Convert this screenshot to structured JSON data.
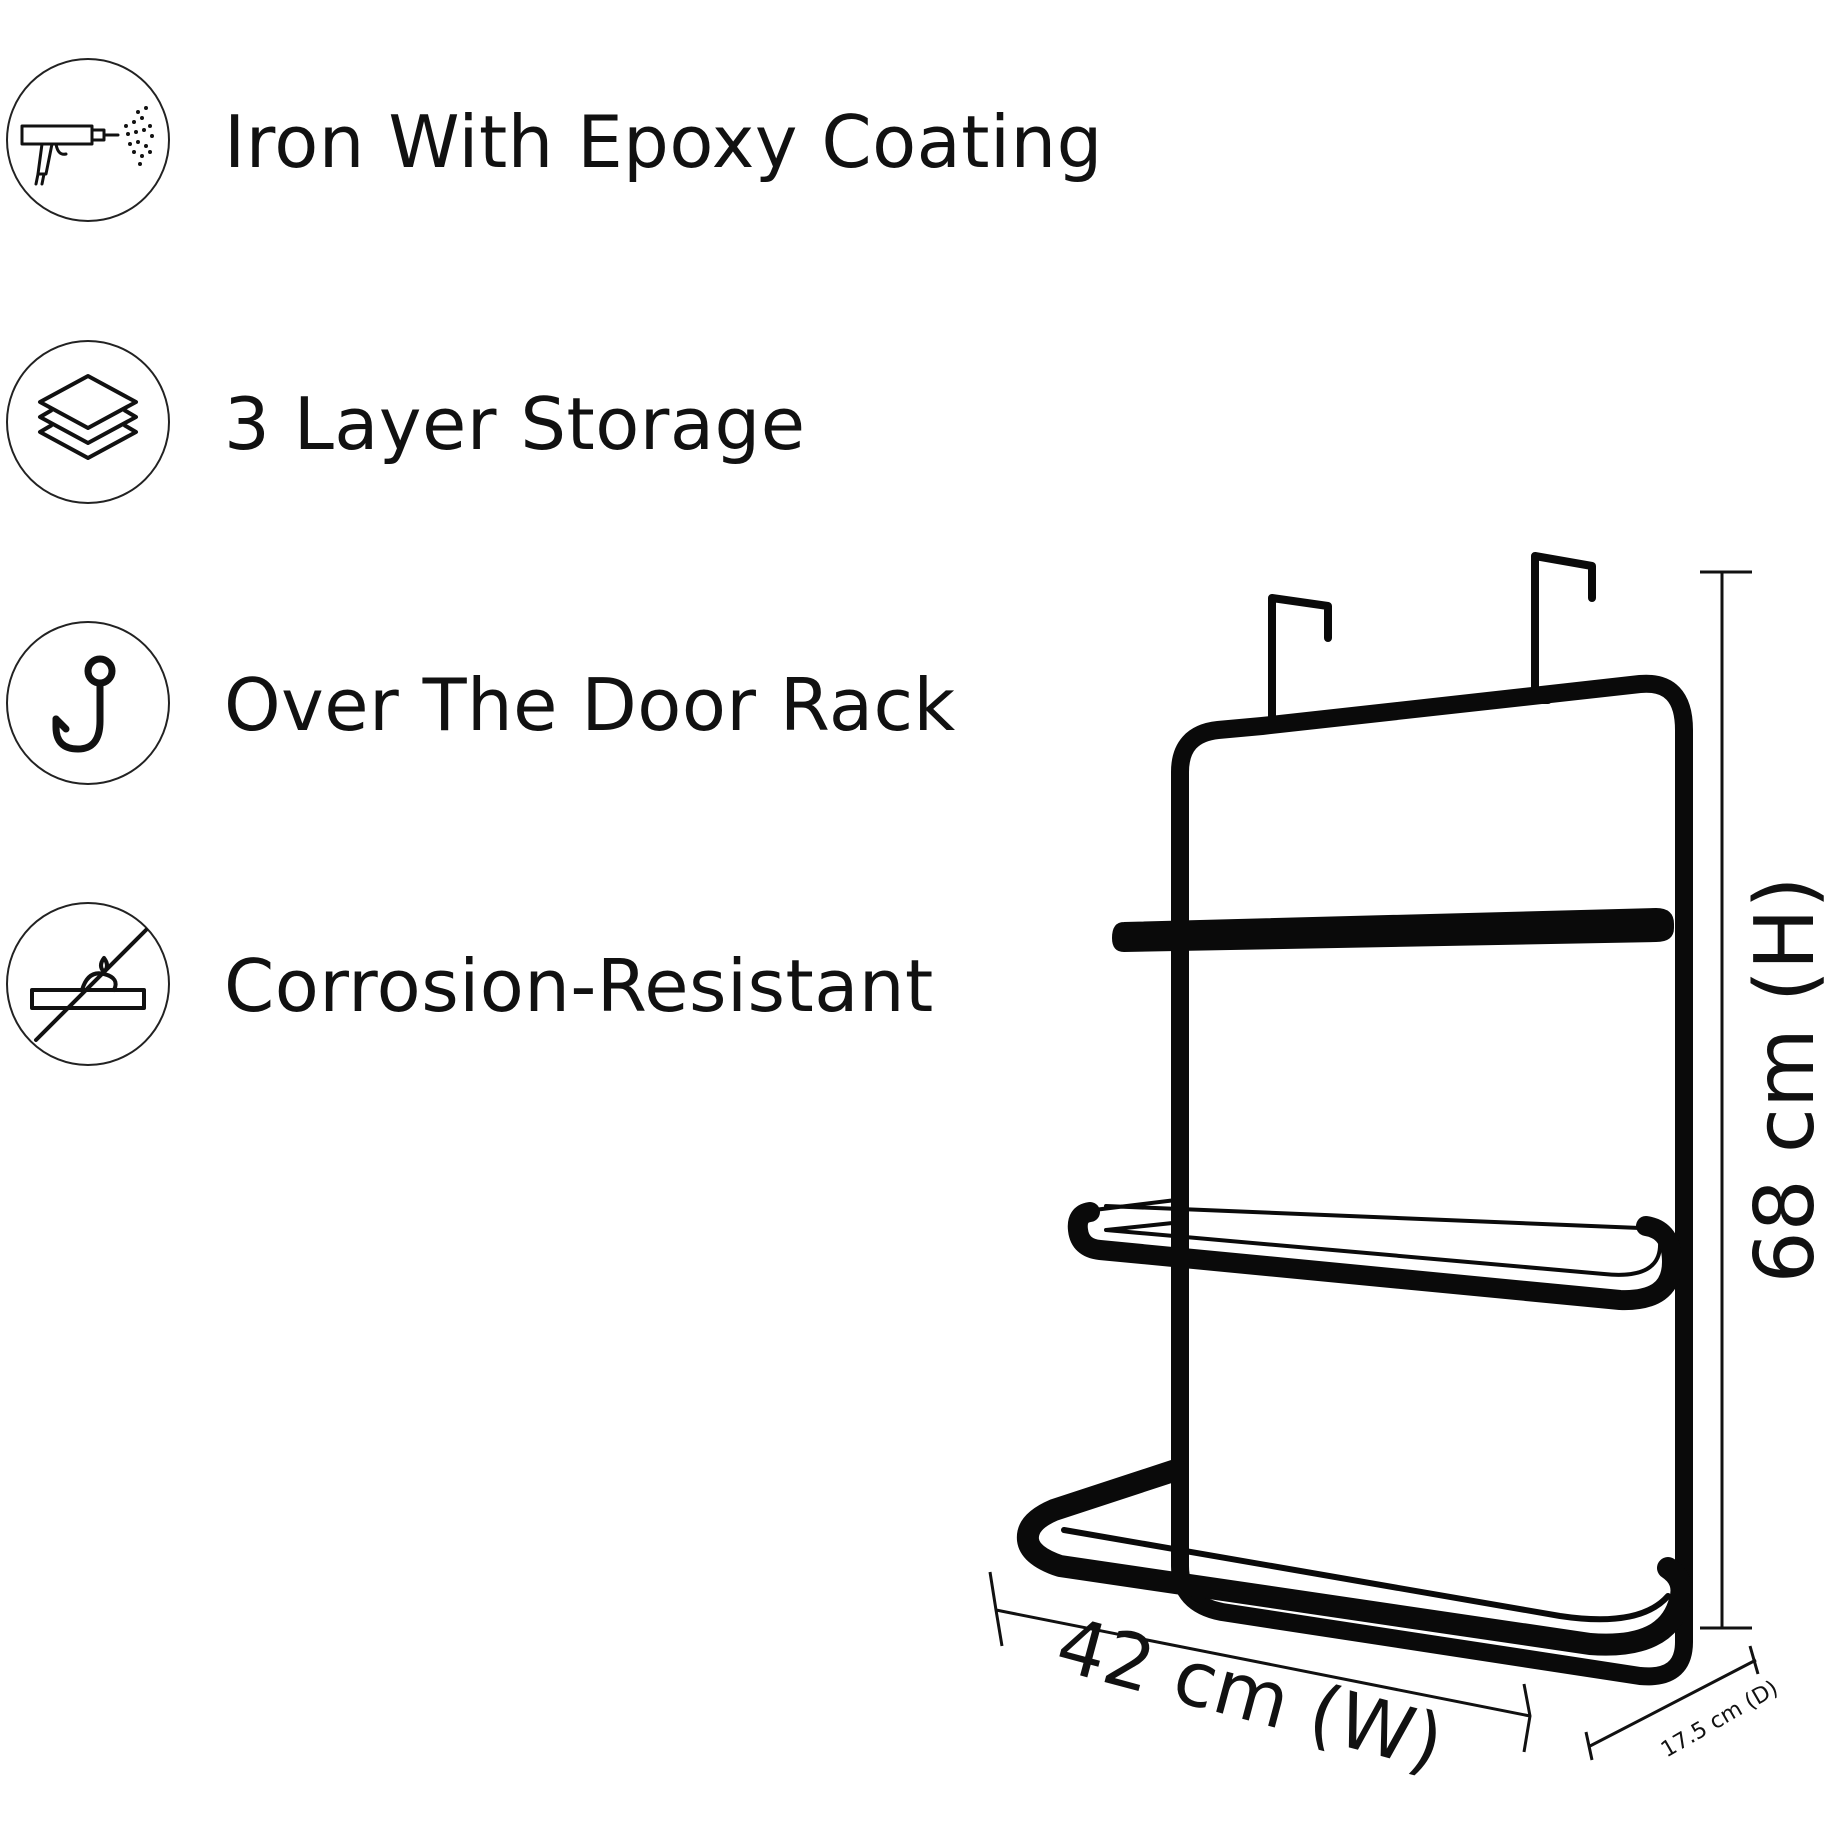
{
  "features": [
    {
      "icon": "spray-gun-icon",
      "label": "Iron With Epoxy Coating"
    },
    {
      "icon": "layers-icon",
      "label": "3 Layer Storage"
    },
    {
      "icon": "hook-icon",
      "label": "Over The Door Rack"
    },
    {
      "icon": "no-corrosion-icon",
      "label": "Corrosion-Resistant"
    }
  ],
  "dimensions": {
    "height": "68 cm (H)",
    "width": "42 cm (W)",
    "depth": "17.5 cm (D)"
  },
  "colors": {
    "background": "#ffffff",
    "text": "#111111",
    "rack": "#0a0a0a"
  }
}
